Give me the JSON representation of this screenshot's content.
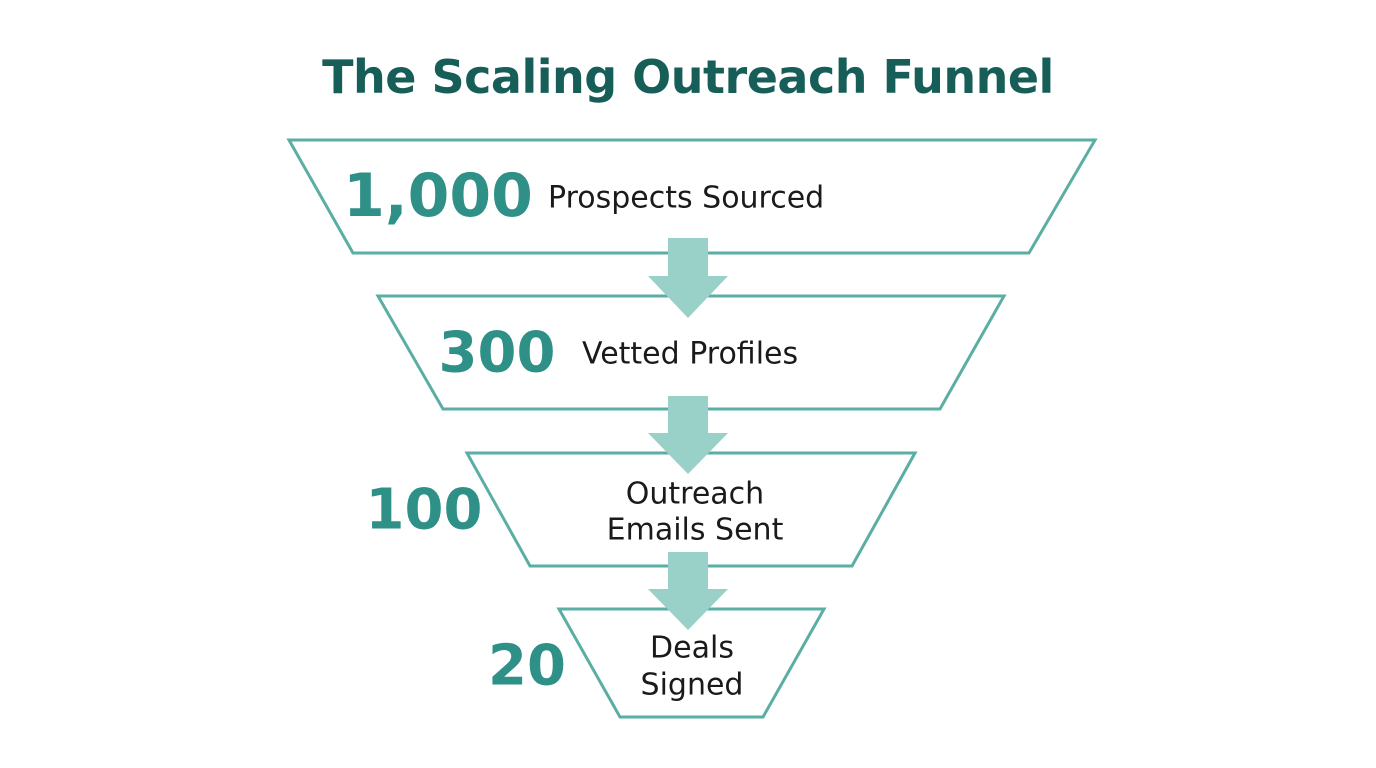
{
  "title": "The Scaling Outreach Funnel",
  "colors": {
    "title": "#175e58",
    "count": "#2e9086",
    "outline": "#5aaea4",
    "arrow": "#99d0c8",
    "label": "#1a1a1a"
  },
  "stages": [
    {
      "count": "1,000",
      "label": [
        "Prospects Sourced"
      ],
      "value": 1000
    },
    {
      "count": "300",
      "label": [
        "Vetted Profiles"
      ],
      "value": 300
    },
    {
      "count": "100",
      "label": [
        "Outreach",
        "Emails Sent"
      ],
      "value": 100
    },
    {
      "count": "20",
      "label": [
        "Deals",
        "Signed"
      ],
      "value": 20
    }
  ]
}
